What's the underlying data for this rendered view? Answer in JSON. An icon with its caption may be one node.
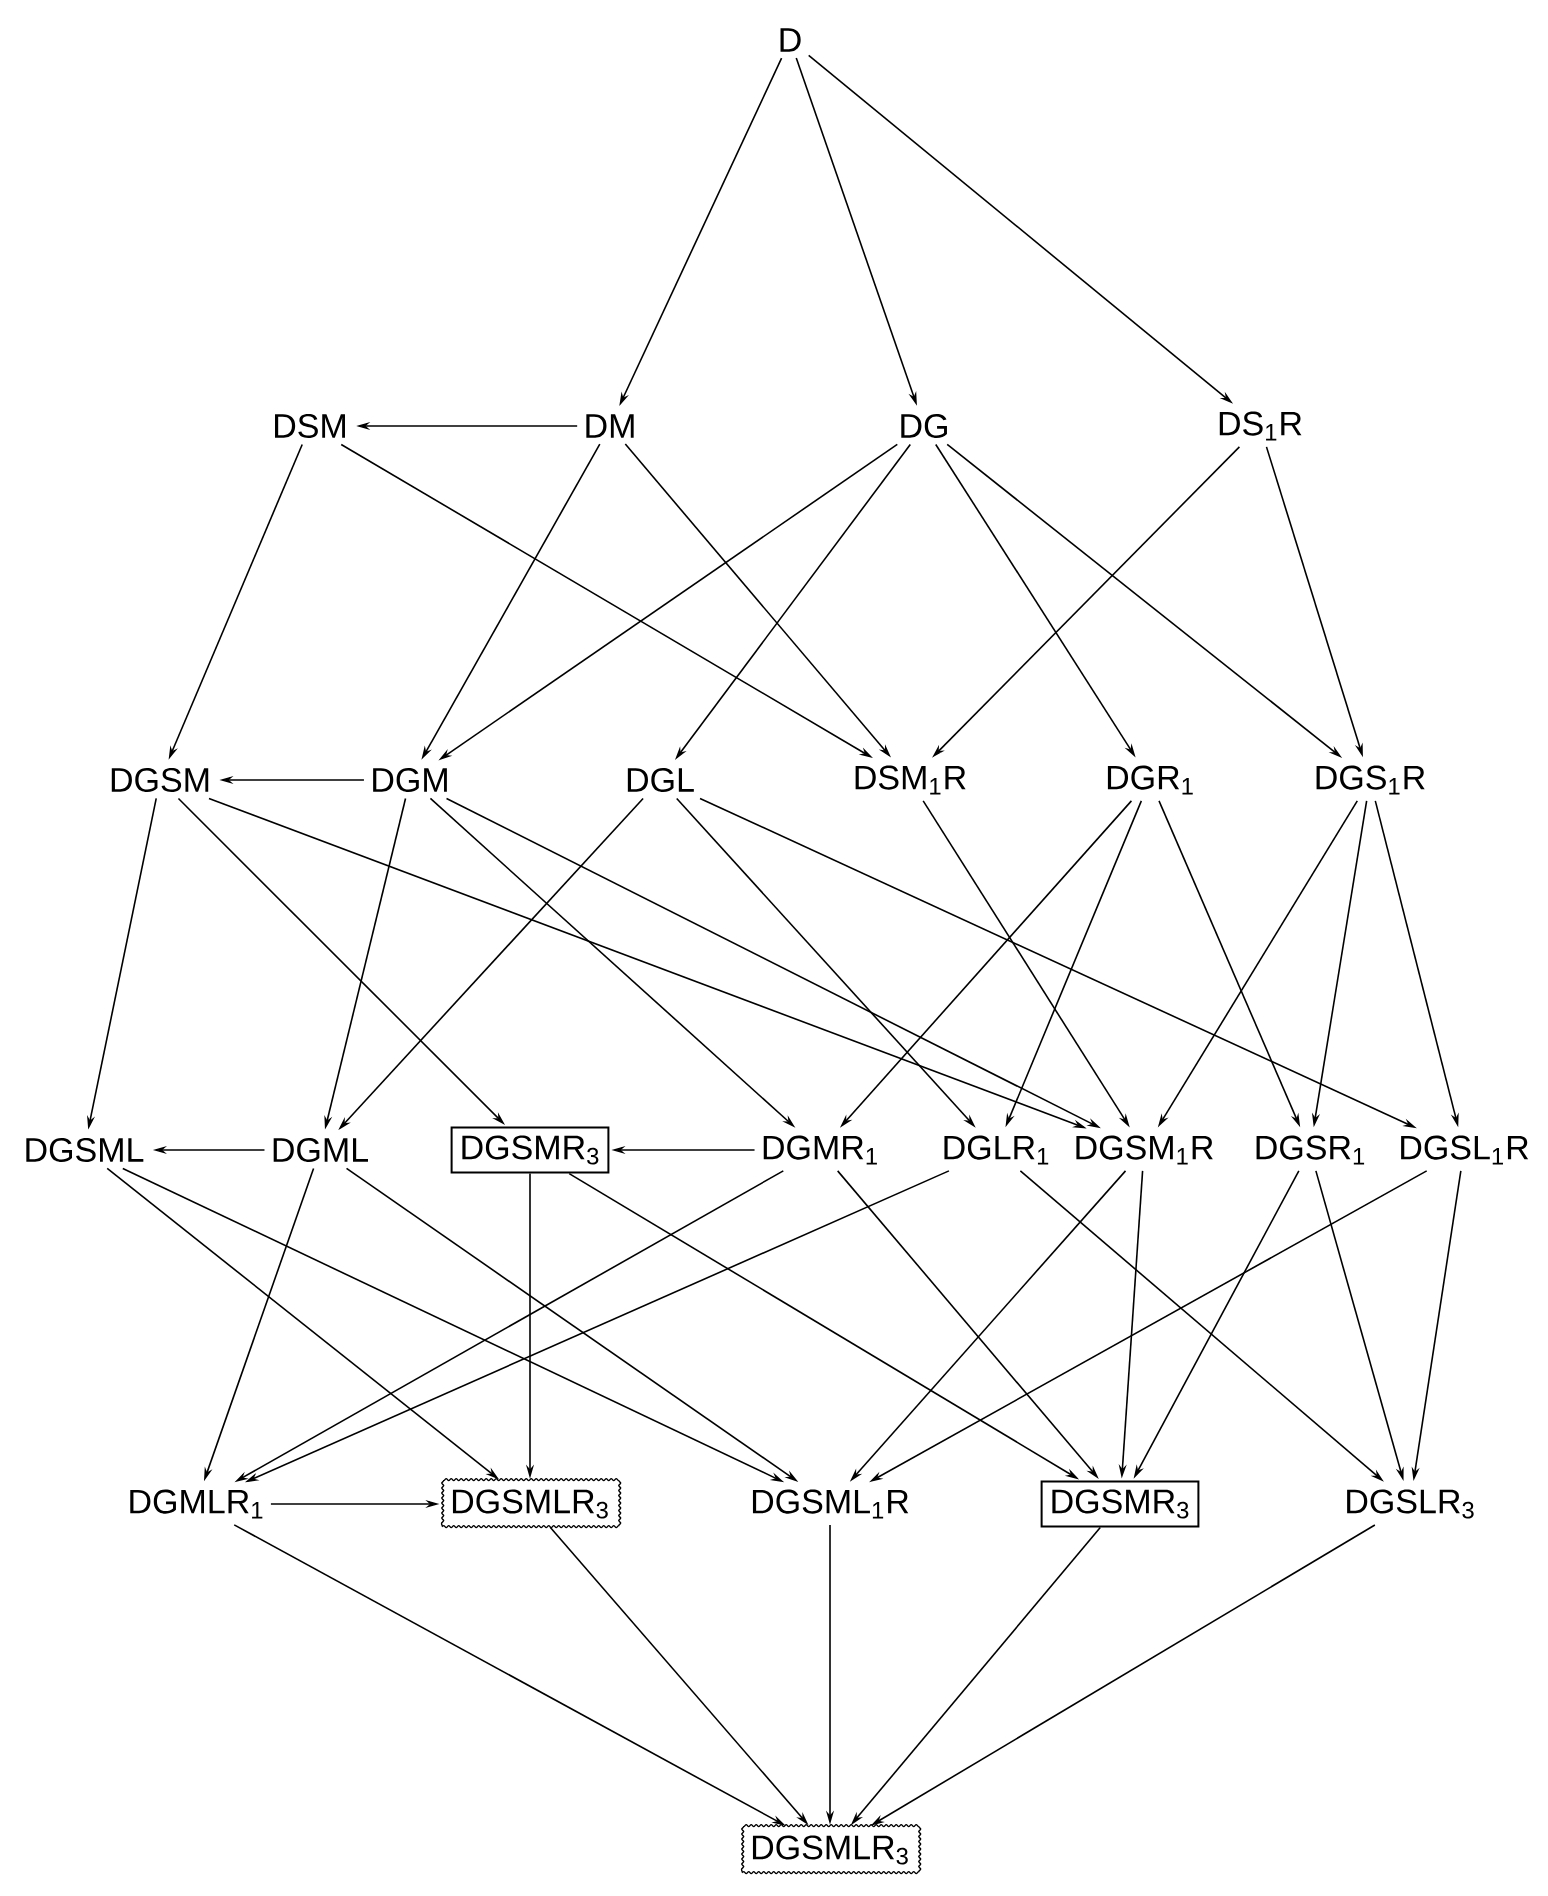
{
  "diagram": {
    "nodes": [
      {
        "text": [
          "D"
        ]
      },
      {
        "text": [
          "DSM"
        ]
      },
      {
        "text": [
          "DM"
        ]
      },
      {
        "text": [
          "DG"
        ]
      },
      {
        "text": [
          "DS$_{1}$R"
        ]
      },
      {
        "text": [
          "DGSM"
        ]
      },
      {
        "text": [
          "DGM"
        ]
      },
      {
        "text": [
          "DGL"
        ]
      },
      {
        "text": [
          "DSM$_{1}$R"
        ]
      },
      {
        "text": [
          "DGR$_{1}$"
        ]
      },
      {
        "text": [
          "DGS$_{1}$R"
        ]
      },
      {
        "text": [
          "DGSML"
        ]
      },
      {
        "text": [
          "DGML"
        ]
      },
      {
        "text": [
          "DGSMR$_{3}$"
        ]
      },
      {
        "text": [
          "DGMR$_{1}$"
        ]
      },
      {
        "text": [
          "DGLR$_{1}$"
        ]
      },
      {
        "text": [
          "DGSM$_{1}$R"
        ]
      },
      {
        "text": [
          "DGSR$_{1}$"
        ]
      },
      {
        "text": [
          "DGSL$_{1}$R"
        ]
      },
      {
        "text": [
          "DGMLR$_{1}$"
        ]
      },
      {
        "text": [
          "DGSMLR$_{3}$"
        ]
      },
      {
        "text": [
          "DGSML$_{1}$R"
        ]
      },
      {
        "text": [
          "DGSMR$_{3}$"
        ]
      },
      {
        "text": [
          "DGSLR$_{3}$"
        ]
      },
      {
        "text": [
          "DGSMLR$_{3}$"
        ]
      }
    ],
    "edges": [
      {
        "from": 0,
        "to": 2,
        "arrow": "to"
      },
      {
        "from": 0,
        "to": 3,
        "arrow": "to"
      },
      {
        "from": 0,
        "to": 4,
        "arrow": "to"
      },
      {
        "from": 2,
        "to": 1,
        "arrow": "to"
      },
      {
        "from": 1,
        "to": 5,
        "arrow": "to"
      },
      {
        "from": 1,
        "to": 8,
        "arrow": "to"
      },
      {
        "from": 2,
        "to": 6,
        "arrow": "to"
      },
      {
        "from": 2,
        "to": 8,
        "arrow": "to"
      },
      {
        "from": 3,
        "to": 6,
        "arrow": "to"
      },
      {
        "from": 3,
        "to": 7,
        "arrow": "to"
      },
      {
        "from": 3,
        "to": 9,
        "arrow": "to"
      },
      {
        "from": 3,
        "to": 10,
        "arrow": "to"
      },
      {
        "from": 4,
        "to": 8,
        "arrow": "to"
      },
      {
        "from": 4,
        "to": 10,
        "arrow": "to"
      },
      {
        "from": 6,
        "to": 5,
        "arrow": "to"
      },
      {
        "from": 5,
        "to": 11,
        "arrow": "to"
      },
      {
        "from": 5,
        "to": 13,
        "arrow": "to"
      },
      {
        "from": 5,
        "to": 16,
        "arrow": "to"
      },
      {
        "from": 6,
        "to": 12,
        "arrow": "to"
      },
      {
        "from": 6,
        "to": 14,
        "arrow": "to"
      },
      {
        "from": 6,
        "to": 16,
        "arrow": "to"
      },
      {
        "from": 7,
        "to": 12,
        "arrow": "to"
      },
      {
        "from": 7,
        "to": 15,
        "arrow": "to"
      },
      {
        "from": 7,
        "to": 18,
        "arrow": "to"
      },
      {
        "from": 8,
        "to": 16,
        "arrow": "to"
      },
      {
        "from": 9,
        "to": 14,
        "arrow": "to"
      },
      {
        "from": 9,
        "to": 15,
        "arrow": "to"
      },
      {
        "from": 9,
        "to": 17,
        "arrow": "to"
      },
      {
        "from": 10,
        "to": 16,
        "arrow": "to"
      },
      {
        "from": 10,
        "to": 17,
        "arrow": "to"
      },
      {
        "from": 10,
        "to": 18,
        "arrow": "to"
      },
      {
        "from": 12,
        "to": 11,
        "arrow": "to"
      },
      {
        "from": 14,
        "to": 13,
        "arrow": "to"
      },
      {
        "from": 11,
        "to": 20,
        "arrow": "to"
      },
      {
        "from": 11,
        "to": 21,
        "arrow": "to"
      },
      {
        "from": 12,
        "to": 19,
        "arrow": "to"
      },
      {
        "from": 12,
        "to": 21,
        "arrow": "to"
      },
      {
        "from": 13,
        "to": 20,
        "arrow": "to"
      },
      {
        "from": 13,
        "to": 22,
        "arrow": "to"
      },
      {
        "from": 14,
        "to": 19,
        "arrow": "to"
      },
      {
        "from": 14,
        "to": 22,
        "arrow": "to"
      },
      {
        "from": 15,
        "to": 19,
        "arrow": "to"
      },
      {
        "from": 15,
        "to": 23,
        "arrow": "to"
      },
      {
        "from": 16,
        "to": 21,
        "arrow": "to"
      },
      {
        "from": 16,
        "to": 22,
        "arrow": "to"
      },
      {
        "from": 17,
        "to": 22,
        "arrow": "to"
      },
      {
        "from": 17,
        "to": 23,
        "arrow": "to"
      },
      {
        "from": 18,
        "to": 21,
        "arrow": "to"
      },
      {
        "from": 18,
        "to": 23,
        "arrow": "to"
      },
      {
        "from": 19,
        "to": 20,
        "arrow": "to"
      },
      {
        "from": 19,
        "to": 24,
        "arrow": "to"
      },
      {
        "from": 20,
        "to": 24,
        "arrow": "to"
      },
      {
        "from": 21,
        "to": 24,
        "arrow": "to"
      },
      {
        "from": 22,
        "to": 24,
        "arrow": "to"
      },
      {
        "from": 23,
        "to": 24,
        "arrow": "to"
      }
    ]
  }
}
